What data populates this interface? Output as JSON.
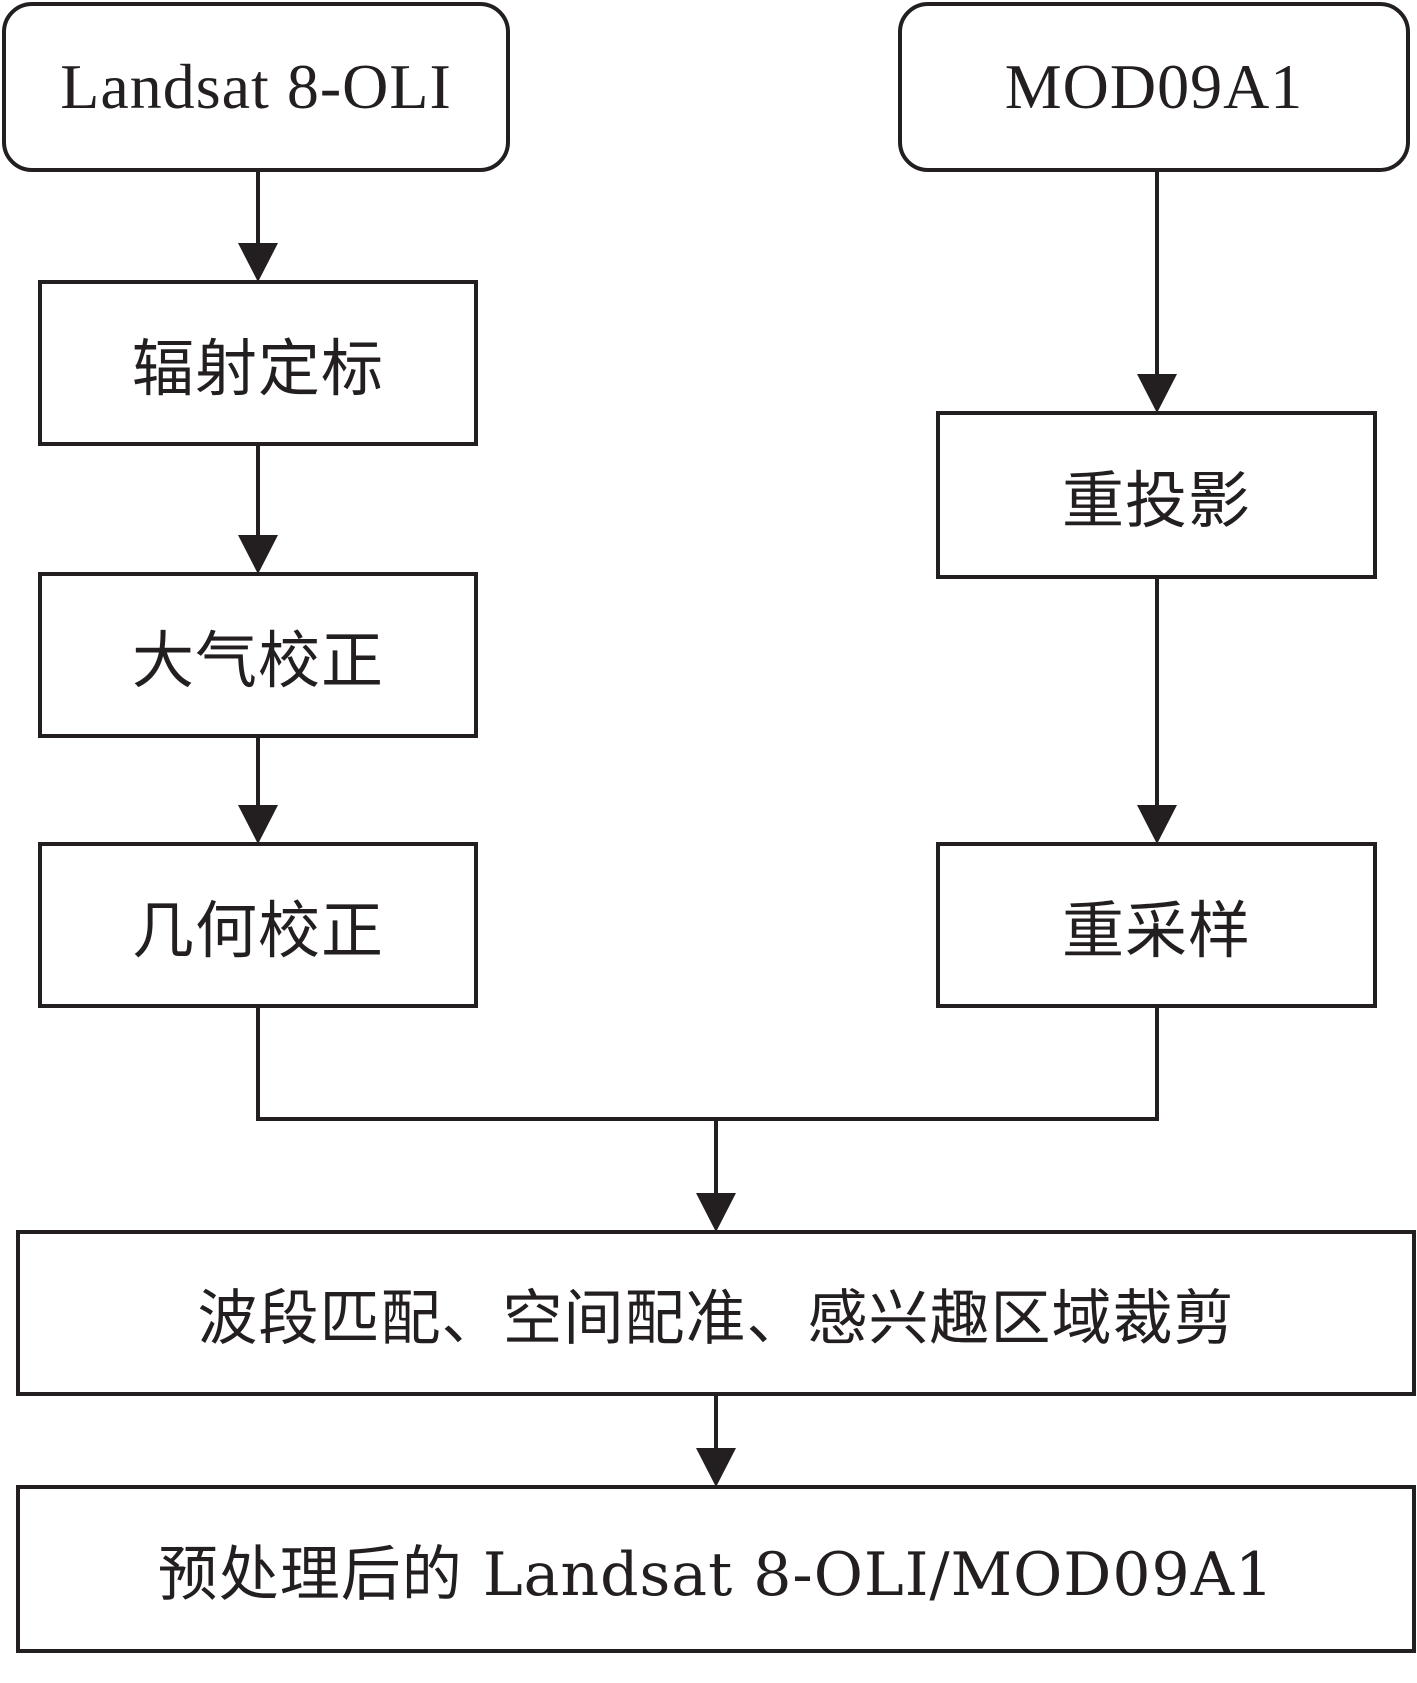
{
  "diagram": {
    "colors": {
      "stroke": "#231f20",
      "fill": "#ffffff"
    },
    "sources": {
      "landsat": "Landsat 8-OLI",
      "modis": "MOD09A1"
    },
    "landsat_steps": {
      "radiometric": "辐射定标",
      "atmospheric": "大气校正",
      "geometric": "几何校正"
    },
    "modis_steps": {
      "reprojection": "重投影",
      "resampling": "重采样"
    },
    "merge_step": "波段匹配、空间配准、感兴趣区域裁剪",
    "output": "预处理后的 Landsat 8-OLI/MOD09A1"
  }
}
